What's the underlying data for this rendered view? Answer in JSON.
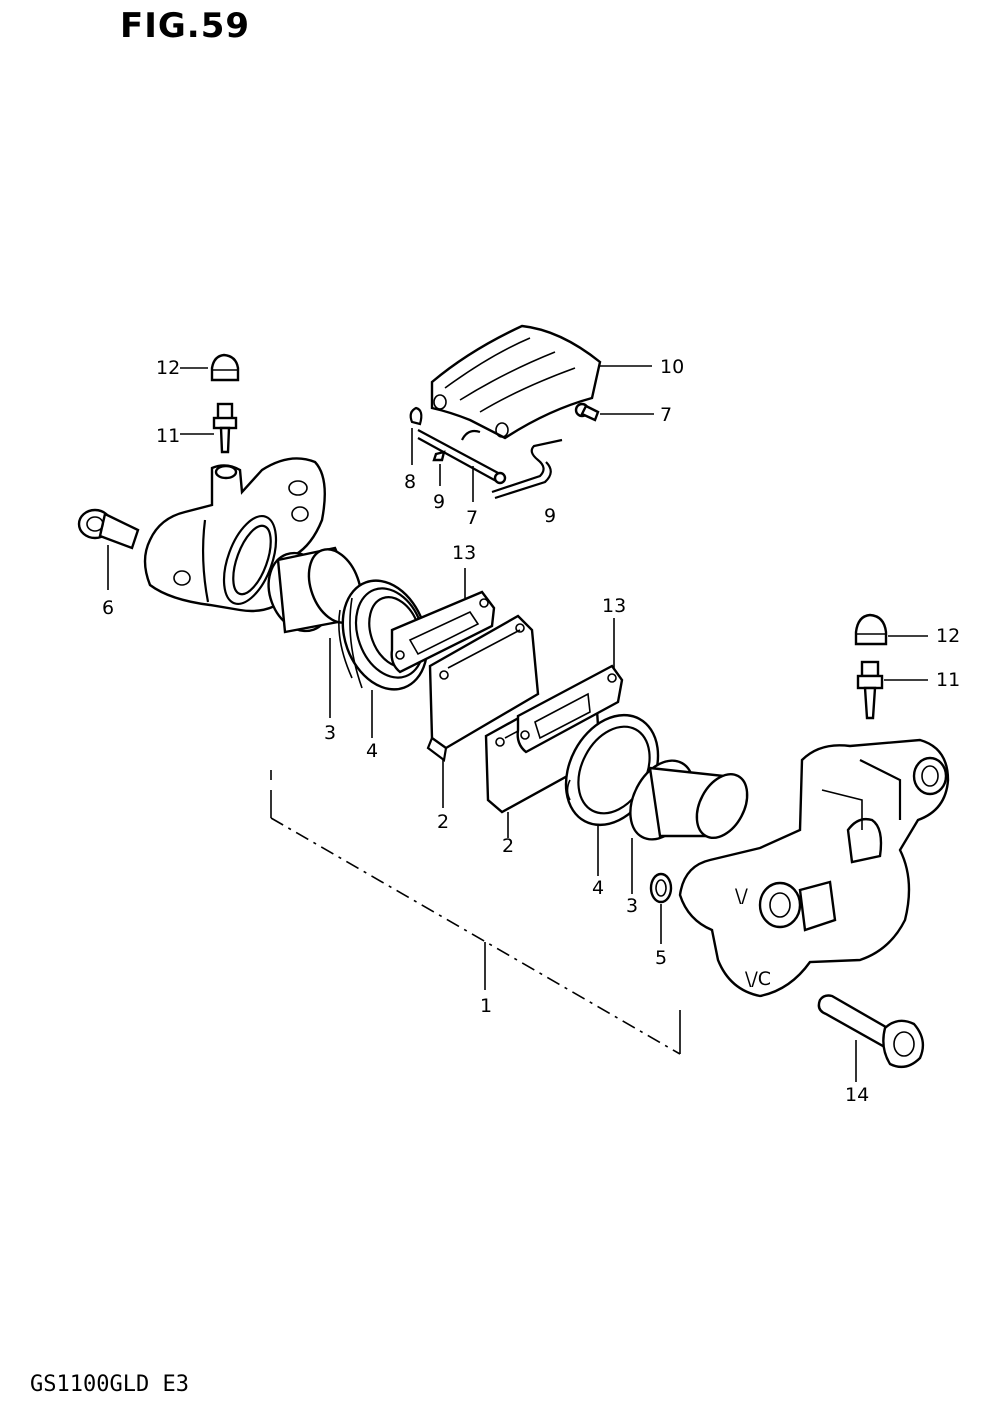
{
  "header": {
    "figure_label": "FIG.59"
  },
  "footer": {
    "model_code": "GS1100GLD  E3"
  },
  "callouts": [
    {
      "id": "callout-12-top",
      "label": "12"
    },
    {
      "id": "callout-11-top",
      "label": "11"
    },
    {
      "id": "callout-6",
      "label": "6"
    },
    {
      "id": "callout-10",
      "label": "10"
    },
    {
      "id": "callout-7-right",
      "label": "7"
    },
    {
      "id": "callout-8",
      "label": "8"
    },
    {
      "id": "callout-9-left",
      "label": "9"
    },
    {
      "id": "callout-7-bottom",
      "label": "7"
    },
    {
      "id": "callout-9-right",
      "label": "9"
    },
    {
      "id": "callout-13-left",
      "label": "13"
    },
    {
      "id": "callout-13-right",
      "label": "13"
    },
    {
      "id": "callout-12-right",
      "label": "12"
    },
    {
      "id": "callout-11-right",
      "label": "11"
    },
    {
      "id": "callout-3-left",
      "label": "3"
    },
    {
      "id": "callout-4-left",
      "label": "4"
    },
    {
      "id": "callout-2-left",
      "label": "2"
    },
    {
      "id": "callout-2-right",
      "label": "2"
    },
    {
      "id": "callout-4-right",
      "label": "4"
    },
    {
      "id": "callout-3-right",
      "label": "3"
    },
    {
      "id": "callout-5",
      "label": "5"
    },
    {
      "id": "callout-1",
      "label": "1"
    },
    {
      "id": "callout-14",
      "label": "14"
    }
  ]
}
